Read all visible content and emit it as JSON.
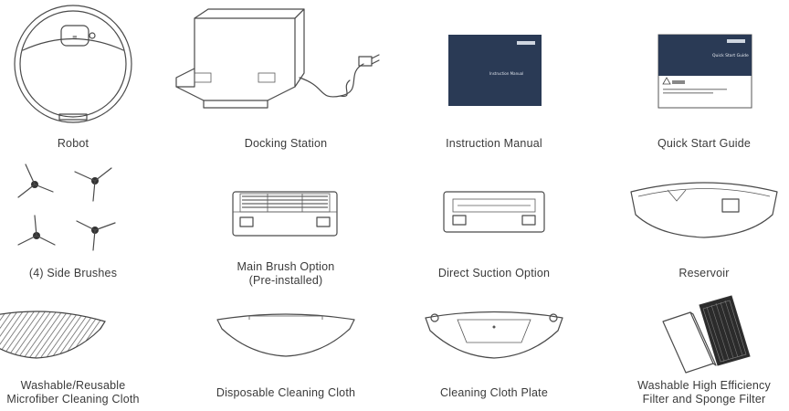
{
  "items": [
    {
      "id": "robot",
      "lines": [
        "Robot"
      ]
    },
    {
      "id": "docking-station",
      "lines": [
        "Docking Station"
      ]
    },
    {
      "id": "instruction-manual",
      "lines": [
        "Instruction Manual"
      ]
    },
    {
      "id": "quick-start-guide",
      "lines": [
        "Quick Start Guide"
      ]
    },
    {
      "id": "side-brushes",
      "lines": [
        "(4) Side Brushes"
      ]
    },
    {
      "id": "main-brush",
      "lines": [
        "Main Brush Option",
        "(Pre-installed)"
      ]
    },
    {
      "id": "direct-suction",
      "lines": [
        "Direct Suction Option"
      ]
    },
    {
      "id": "reservoir",
      "lines": [
        "Reservoir"
      ]
    },
    {
      "id": "washable-cloth",
      "lines": [
        "Washable/Reusable",
        "Microfiber Cleaning Cloth"
      ]
    },
    {
      "id": "disposable-cloth",
      "lines": [
        "Disposable Cleaning Cloth"
      ]
    },
    {
      "id": "cloth-plate",
      "lines": [
        "Cleaning Cloth Plate"
      ]
    },
    {
      "id": "filters",
      "lines": [
        "Washable High Efficiency",
        "Filter and Sponge Filter"
      ]
    }
  ],
  "manual_cover": {
    "title": "Instruction Manual"
  },
  "quick_cover": {
    "title": "Quick Start Guide"
  },
  "colors": {
    "cover_navy": "#2a3a55",
    "line_art": "#4a4a4a"
  }
}
